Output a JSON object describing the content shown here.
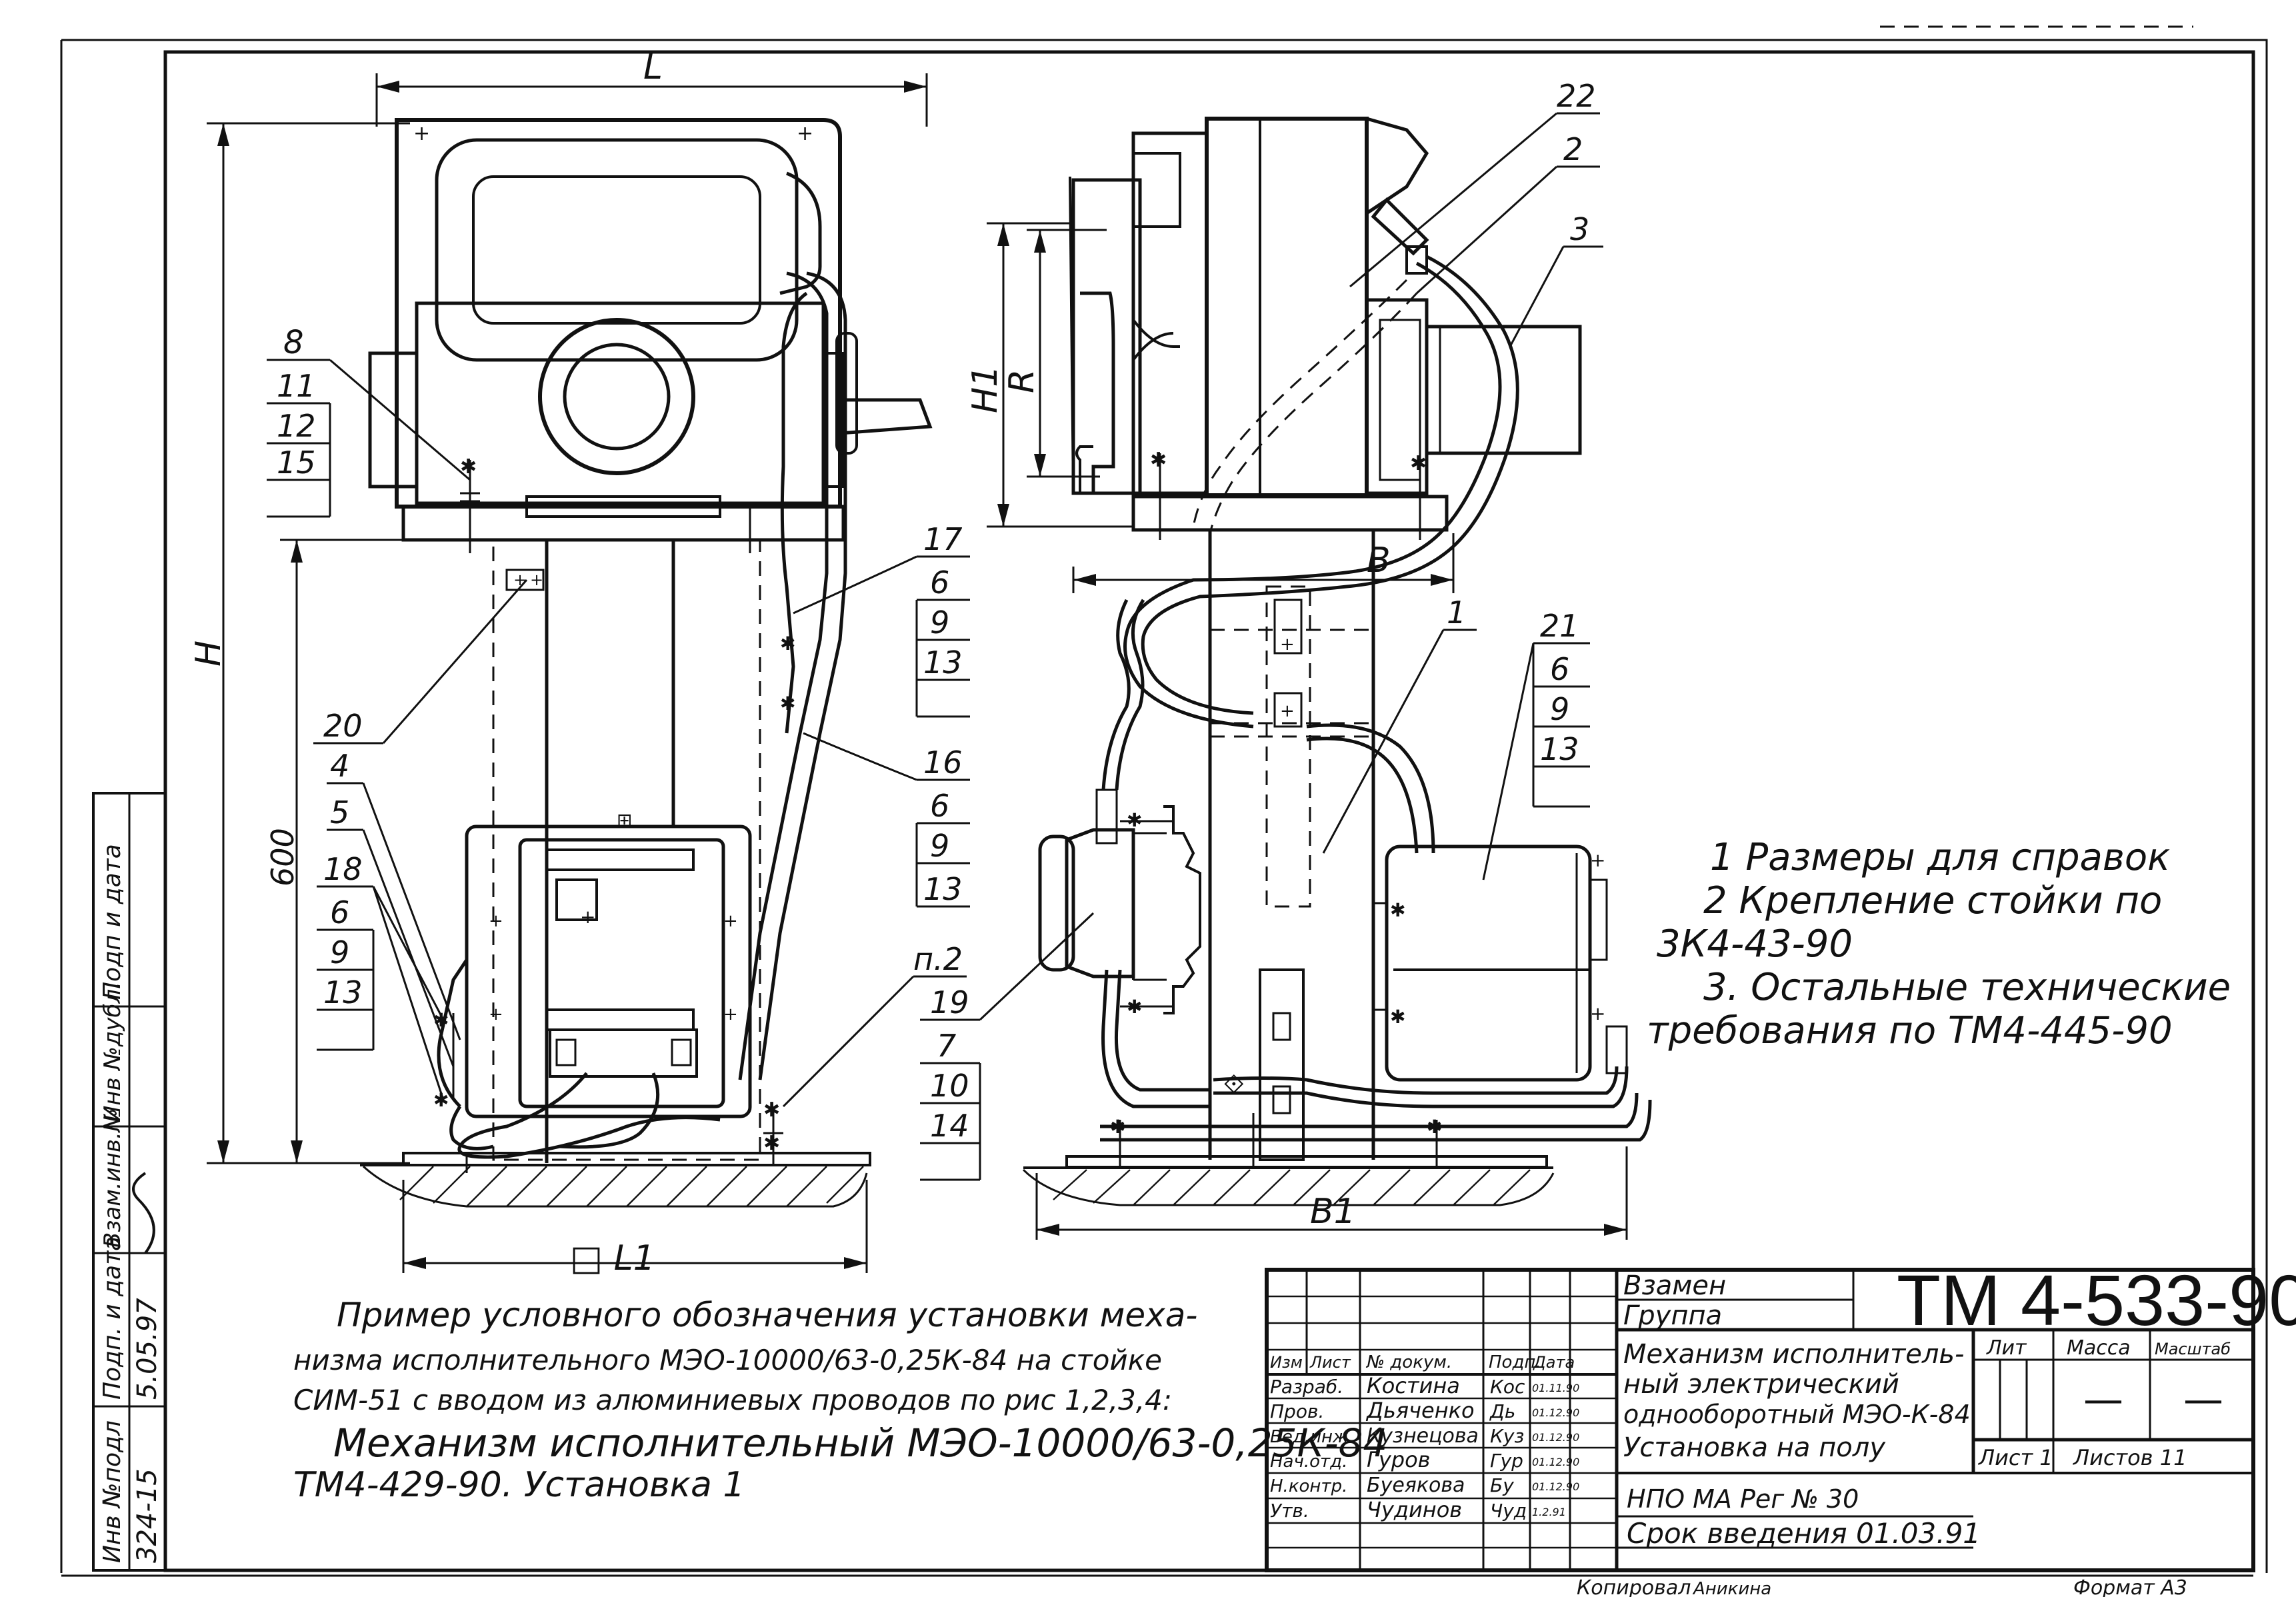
{
  "dimensions": {
    "L": "L",
    "H": "H",
    "H1": "H1",
    "R": "R",
    "B": "B",
    "B1": "B1",
    "dim600": "600",
    "L1": "□ L1"
  },
  "callouts_front": {
    "c8": "8",
    "c11": "11",
    "c12": "12",
    "c15": "15",
    "c20": "20",
    "c4": "4",
    "c5": "5",
    "c18": "18",
    "c6a": "6",
    "c9a": "9",
    "c13a": "13",
    "c17": "17",
    "c6b": "6",
    "c9b": "9",
    "c13b": "13",
    "c16": "16",
    "c6c": "6",
    "c9c": "9",
    "c13c": "13",
    "p2": "п.2"
  },
  "callouts_side": {
    "c22": "22",
    "c2": "2",
    "c3": "3",
    "c1": "1",
    "c21": "21",
    "c6": "6",
    "c9": "9",
    "c13": "13",
    "c19": "19",
    "c7": "7",
    "c10": "10",
    "c14": "14"
  },
  "notes": [
    "1 Размеры для справок",
    "2 Крепление стойки по",
    "3К4-43-90",
    "3. Остальные технические",
    "требования по ТМ4-445-90"
  ],
  "example": {
    "line1": "Пример условного   обозначения установки меха-",
    "line2": "низма исполнительного МЭО-10000/63-0,25К-84 на стойке",
    "line3": "СИМ-51 с вводом из алюминиевых проводов по рис 1,2,3,4:",
    "line4": "Механизм  исполнительный  МЭО-10000/63-0,25К-84",
    "line5": "ТМ4-429-90. Установка 1"
  },
  "left_strip": {
    "h1": "Инв №подл",
    "h2": "Подп. и дата",
    "h3": "Взам.инв.№",
    "h4": "Инв №дубл.",
    "h5": "Подп и дата",
    "v1": "324-15",
    "v2": "5.05.97"
  },
  "title_block": {
    "vzamen": "Взамен",
    "gruppa": "Группа",
    "doc_number": "ТМ 4-533-90",
    "header": {
      "izm": "Изм",
      "list": "Лист",
      "ndoc": "№ докум.",
      "podp": "Подп.",
      "data": "Дата"
    },
    "rows": [
      {
        "role": "Разраб.",
        "name": "Костина",
        "sig": "Кос",
        "date": "01.11.90"
      },
      {
        "role": "Пров.",
        "name": "Дьяченко",
        "sig": "Дь",
        "date": "01.12.90"
      },
      {
        "role": "Вед.инж.",
        "name": "Кузнецова",
        "sig": "Куз",
        "date": "01.12.90"
      },
      {
        "role": "Нач.отд.",
        "name": "Гуров",
        "sig": "Гур",
        "date": "01.12.90"
      },
      {
        "role": "Н.контр.",
        "name": "Буеякова",
        "sig": "Бу",
        "date": "01.12.90"
      },
      {
        "role": "Утв.",
        "name": "Чудинов",
        "sig": "Чуд",
        "date": "1.2.91"
      }
    ],
    "name_line1": "Механизм исполнитель-",
    "name_line2": "ный электрический",
    "name_line3": "однооборотный МЭО-К-84",
    "name_line4": "Установка на полу",
    "lit": "Лит",
    "massa": "Масса",
    "masshtab": "Масштаб",
    "massa_val": "—",
    "masshtab_val": "—",
    "list": "Лист 1",
    "listov": "Листов 11",
    "org": "НПО МА Рег № 30",
    "srok": "Срок введения 01.03.91",
    "kopiroval": "Копировал",
    "kopiroval_sig": "Аникина",
    "format": "Формат А3"
  }
}
